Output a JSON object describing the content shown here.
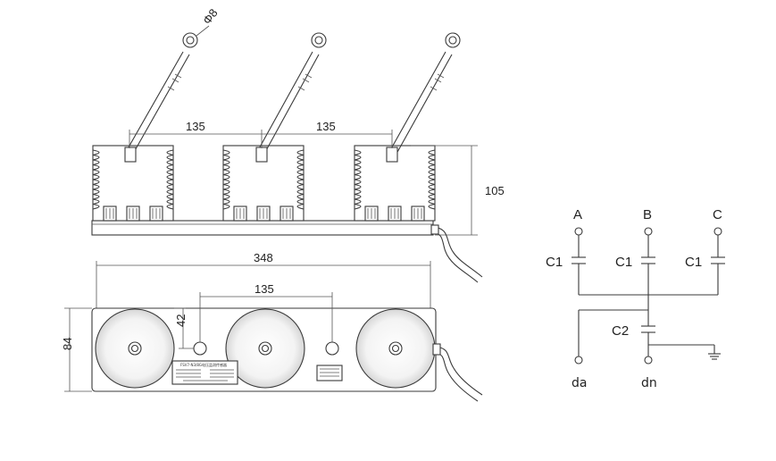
{
  "dimensions": {
    "hole_dia": "Φ8",
    "spacing_left": "135",
    "spacing_right": "135",
    "height": "105",
    "length": "348",
    "hole_spacing": "135",
    "hole_offset": "42",
    "width": "84"
  },
  "schematic": {
    "phase_a": "A",
    "phase_b": "B",
    "phase_c": "C",
    "cap_a": "C1",
    "cap_b": "C1",
    "cap_c": "C1",
    "cap_ground": "C2",
    "out_da": "da",
    "out_dn": "dn"
  },
  "nameplate": {
    "title": "FSV7-N3/8G电压监测传感器"
  },
  "colors": {
    "line": "#3a3a3a",
    "background": "#ffffff"
  }
}
